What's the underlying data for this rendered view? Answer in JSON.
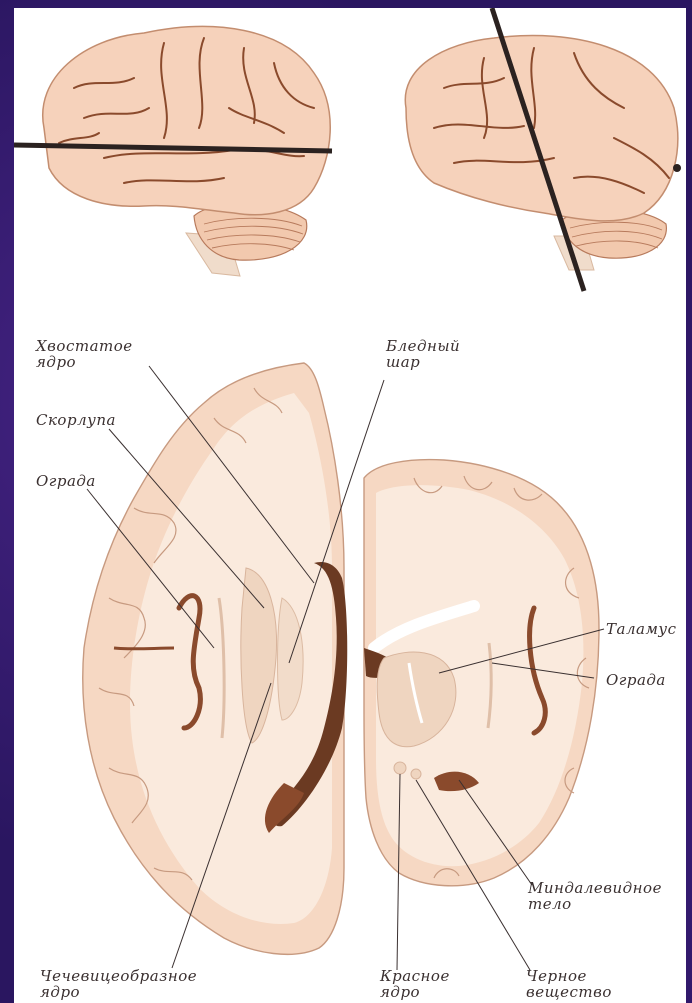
{
  "labels": {
    "caudate": [
      "Хвостатое",
      "ядро"
    ],
    "globus_pallidus": [
      "Бледный",
      "шар"
    ],
    "putamen": "Скорлупа",
    "claustrum_left": "Ограда",
    "thalamus": "Таламус",
    "claustrum_right": "Ограда",
    "amygdala": [
      "Миндалевидное",
      "тело"
    ],
    "lentiform": [
      "Чечевицеобразное",
      "ядро"
    ],
    "red_nucleus": [
      "Красное",
      "ядро"
    ],
    "substantia_nigra": [
      "Черное",
      "вещество"
    ]
  },
  "colors": {
    "background": "#2a1660",
    "brain_surface": "#f5cfb7",
    "white_matter": "#faeadd",
    "sulcus": "#8a4a2c",
    "ventricle": "#6b3a22",
    "nucleus": "#efd5c0",
    "cut_line": "#2b2220"
  }
}
